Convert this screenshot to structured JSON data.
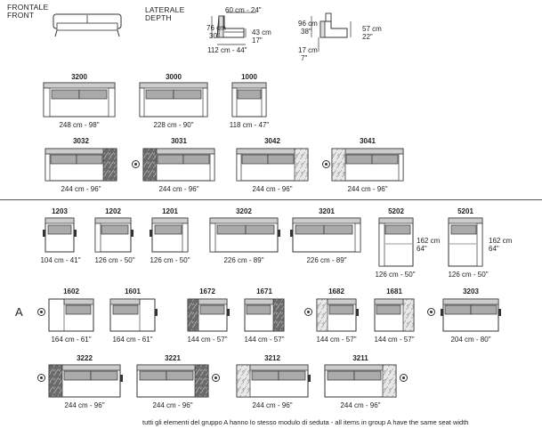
{
  "header": {
    "front_label": "FRONTALE",
    "front_label_en": "FRONT",
    "side_label": "LATERALE",
    "side_label_en": "DEPTH"
  },
  "side_dims": {
    "width_top": "60 cm - 24\"",
    "height_back": "76 cm",
    "height_back_in": "30\"",
    "seat_h": "43 cm",
    "seat_h_in": "17\"",
    "depth": "112 cm - 44\"",
    "reclined_back": "96 cm",
    "reclined_back_in": "38\"",
    "reclined_seat": "57 cm",
    "reclined_seat_in": "22\"",
    "leg_h": "17 cm",
    "leg_h_in": "7\""
  },
  "modules": {
    "m3200": {
      "code": "3200",
      "dim": "248 cm - 98\""
    },
    "m3000": {
      "code": "3000",
      "dim": "228 cm - 90\""
    },
    "m1000": {
      "code": "1000",
      "dim": "118 cm - 47\""
    },
    "m3032": {
      "code": "3032",
      "dim": "244 cm - 96\""
    },
    "m3031": {
      "code": "3031",
      "dim": "244 cm - 96\""
    },
    "m3042": {
      "code": "3042",
      "dim": "244 cm - 96\""
    },
    "m3041": {
      "code": "3041",
      "dim": "244 cm - 96\""
    },
    "m1203": {
      "code": "1203",
      "dim": "104 cm - 41\""
    },
    "m1202": {
      "code": "1202",
      "dim": "126 cm - 50\""
    },
    "m1201": {
      "code": "1201",
      "dim": "126 cm - 50\""
    },
    "m3202": {
      "code": "3202",
      "dim": "226 cm - 89\""
    },
    "m3201": {
      "code": "3201",
      "dim": "226 cm - 89\""
    },
    "m5202": {
      "code": "5202",
      "dim": "126 cm - 50\"",
      "depth": "162 cm",
      "depth_in": "64\""
    },
    "m5201": {
      "code": "5201",
      "dim": "126 cm - 50\"",
      "depth": "162 cm",
      "depth_in": "64\""
    },
    "m1602": {
      "code": "1602",
      "dim": "164 cm - 61\""
    },
    "m1601": {
      "code": "1601",
      "dim": "164 cm - 61\""
    },
    "m1672": {
      "code": "1672",
      "dim": "144 cm - 57\""
    },
    "m1671": {
      "code": "1671",
      "dim": "144 cm - 57\""
    },
    "m1682": {
      "code": "1682",
      "dim": "144 cm - 57\""
    },
    "m1681": {
      "code": "1681",
      "dim": "144 cm - 57\""
    },
    "m3203": {
      "code": "3203",
      "dim": "204 cm - 80\""
    },
    "m3222": {
      "code": "3222",
      "dim": "244 cm - 96\""
    },
    "m3221": {
      "code": "3221",
      "dim": "244 cm - 96\""
    },
    "m3212": {
      "code": "3212",
      "dim": "244 cm - 96\""
    },
    "m3211": {
      "code": "3211",
      "dim": "244 cm - 96\""
    }
  },
  "group_label": "A",
  "footnote": "tutti gli elementi del gruppo A hanno lo stesso modulo di  seduta  -  all items in group A have the same seat width"
}
